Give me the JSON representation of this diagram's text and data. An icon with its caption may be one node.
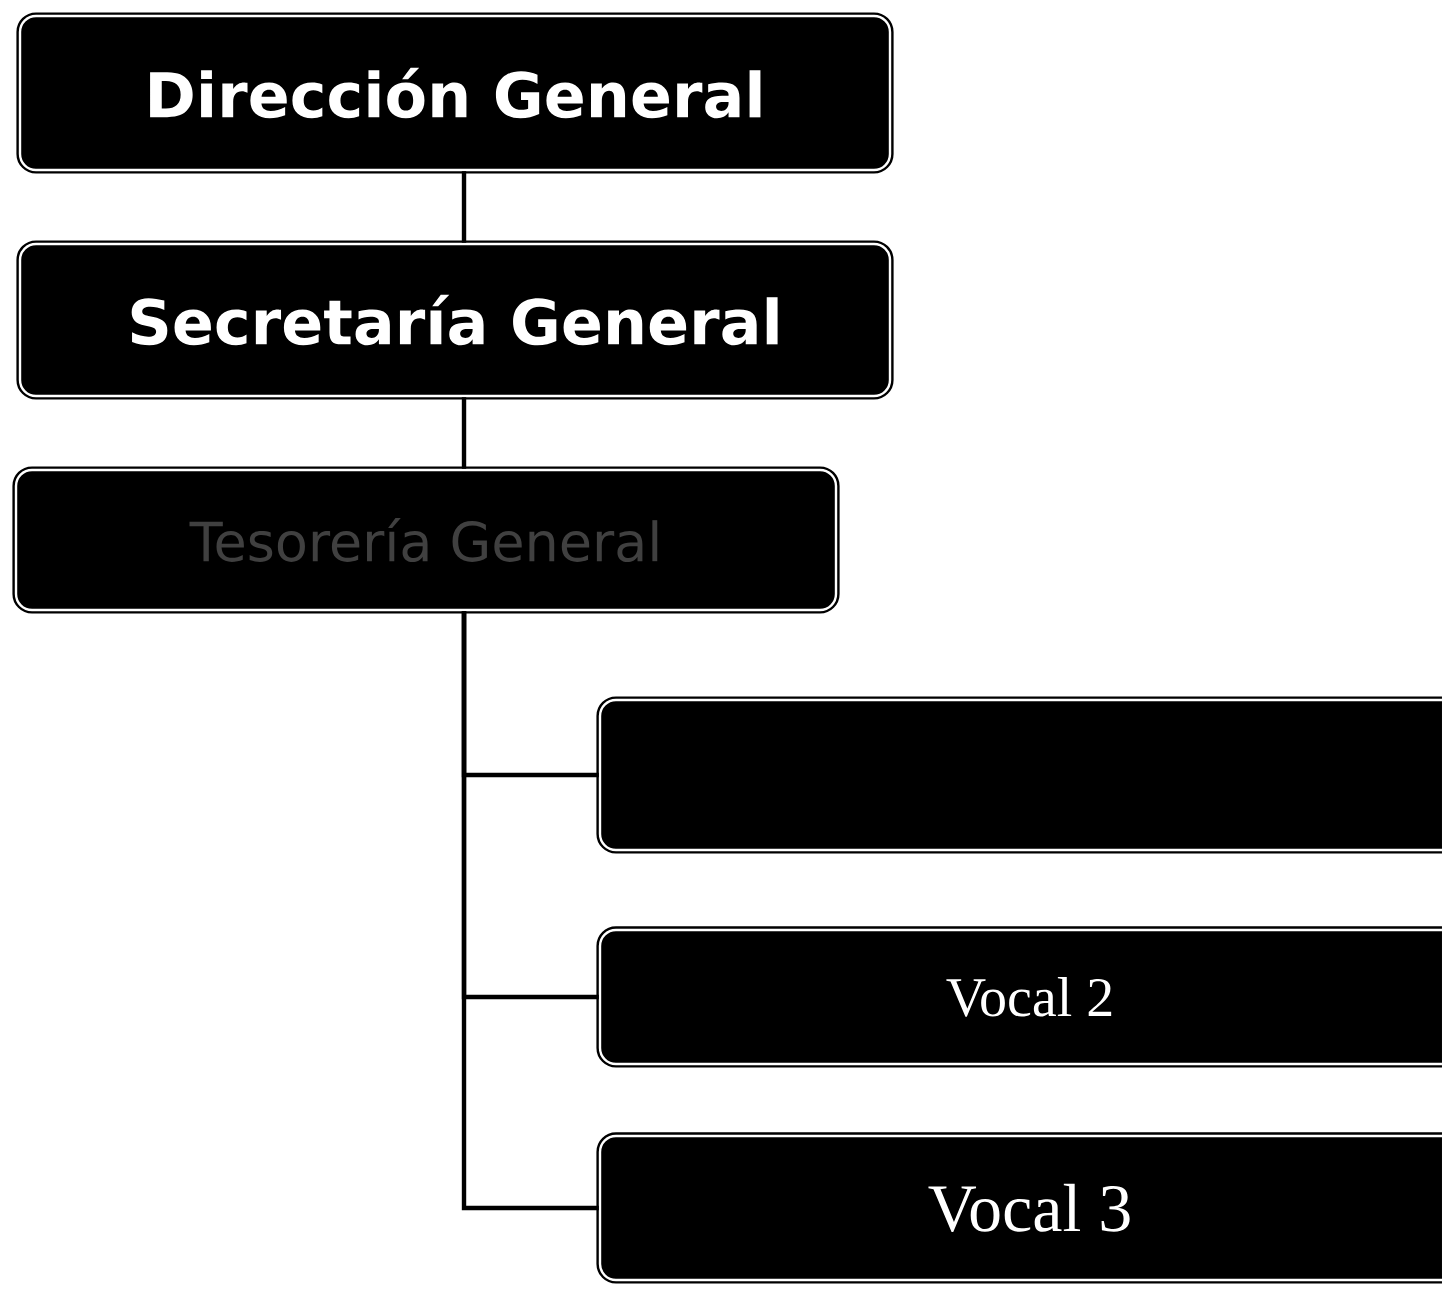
{
  "diagram": {
    "nodes": [
      {
        "text": [
          "Dirección General"
        ]
      },
      {
        "text": [
          "Secretaría General"
        ]
      },
      {
        "text": [
          "Tesorería General"
        ]
      },
      {
        "text": [],
        "shape": "box"
      },
      {
        "text": [
          "Vocal 2"
        ]
      },
      {
        "text": [
          "Vocal 3"
        ]
      }
    ],
    "edges": [
      {
        "from": 0,
        "to": 1,
        "arrow": "none"
      },
      {
        "from": 1,
        "to": 2,
        "arrow": "none"
      },
      {
        "from": 2,
        "to": 3,
        "arrow": "none"
      },
      {
        "from": 2,
        "to": 4,
        "arrow": "none"
      },
      {
        "from": 2,
        "to": 5,
        "arrow": "none"
      }
    ]
  }
}
